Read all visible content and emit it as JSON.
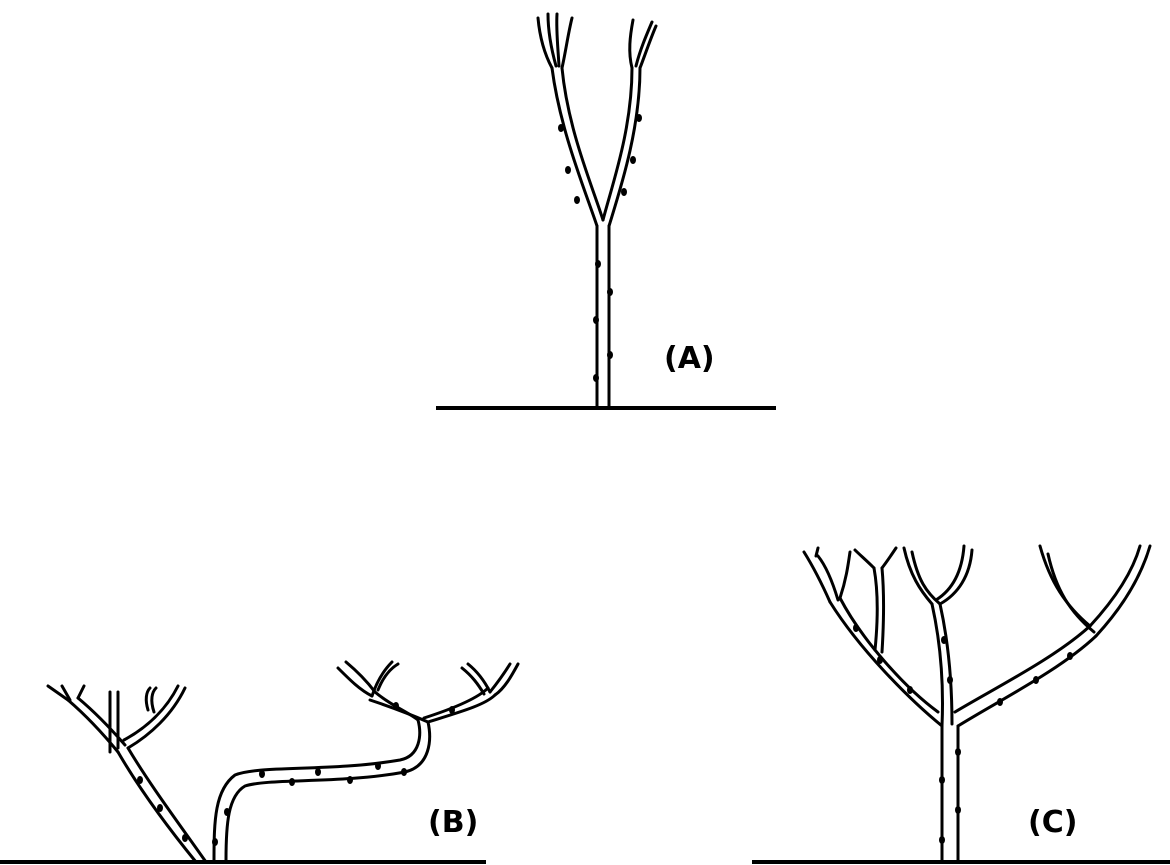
{
  "figure": {
    "panels": [
      {
        "id": "A",
        "label": "(A)"
      },
      {
        "id": "B",
        "label": "(B)"
      },
      {
        "id": "C",
        "label": "(C)"
      }
    ]
  }
}
